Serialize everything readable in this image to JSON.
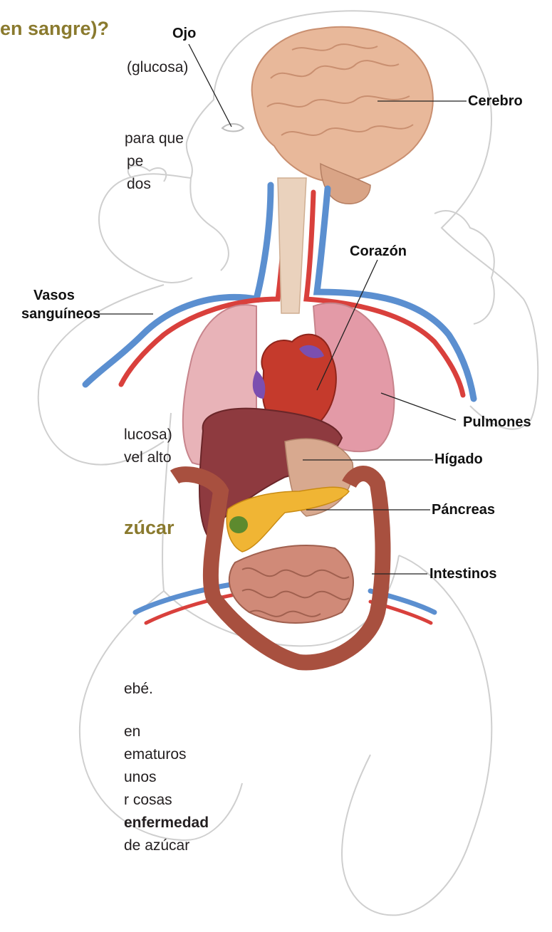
{
  "headings": {
    "top": "en sangre)?",
    "middle": "zúcar"
  },
  "text_lines_top": [
    "(glucosa)",
    "para que",
    "pe",
    "dos"
  ],
  "text_lines_mid": [
    "lucosa)",
    "vel alto"
  ],
  "text_lines_bottom": [
    "ebé.",
    "en",
    "ematuros",
    "unos",
    "r cosas",
    "enfermedad",
    "de azúcar"
  ],
  "labels": {
    "ojo": "Ojo",
    "cerebro": "Cerebro",
    "corazon": "Corazón",
    "vasos_1": "Vasos",
    "vasos_2": "sanguíneos",
    "pulmones": "Pulmones",
    "higado": "Hígado",
    "pancreas": "Páncreas",
    "intestinos": "Intestinos"
  },
  "colors": {
    "heading": "#8a7a2e",
    "brain": "#e8b89a",
    "lung": "#e3a0ac",
    "liver": "#8e3a3f",
    "pancreas": "#f0b534",
    "intestine": "#c97b6a",
    "artery": "#d9403c",
    "vein": "#5b8fd0",
    "heart": "#c53a2c"
  }
}
